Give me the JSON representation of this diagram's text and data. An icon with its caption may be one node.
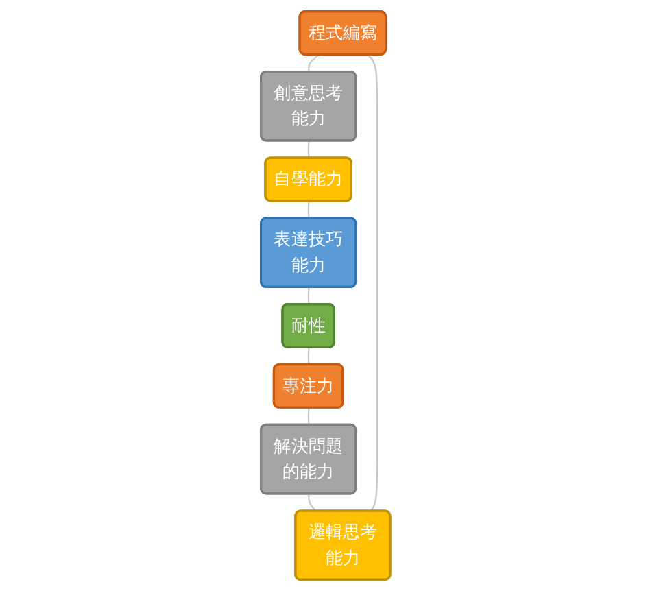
{
  "diagram": {
    "nodes": [
      {
        "text": [
          "程式編寫"
        ]
      },
      {
        "text": [
          "創意思考能力"
        ]
      },
      {
        "text": [
          "自學能力"
        ]
      },
      {
        "text": [
          "表達技巧能力"
        ]
      },
      {
        "text": [
          "耐性"
        ]
      },
      {
        "text": [
          "專注力"
        ]
      },
      {
        "text": [
          "解決問題的能力"
        ]
      },
      {
        "text": [
          "邏輯思考能力"
        ]
      }
    ],
    "edges": [
      {
        "from": 0,
        "to": 1,
        "arrow": "none"
      },
      {
        "from": 1,
        "to": 2,
        "arrow": "none"
      },
      {
        "from": 2,
        "to": 3,
        "arrow": "none"
      },
      {
        "from": 3,
        "to": 4,
        "arrow": "none"
      },
      {
        "from": 4,
        "to": 5,
        "arrow": "none"
      },
      {
        "from": 5,
        "to": 6,
        "arrow": "none"
      },
      {
        "from": 6,
        "to": 7,
        "arrow": "none"
      },
      {
        "from": 7,
        "to": 0,
        "arrow": "none"
      }
    ]
  }
}
